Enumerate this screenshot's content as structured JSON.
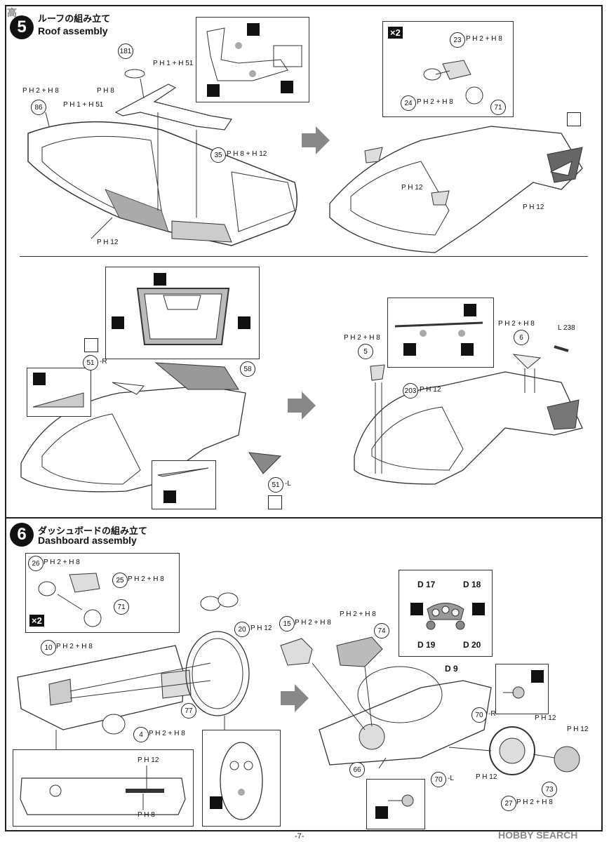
{
  "step5": {
    "number": "5",
    "title_jp": "ルーフの組み立て",
    "title_en": "Roof assembly"
  },
  "step6": {
    "number": "6",
    "title_jp": "ダッシュボードの組み立て",
    "title_en": "Dashboard assembly"
  },
  "section1_labels": [
    {
      "text": "181"
    },
    {
      "text": "P H 2 + H 8"
    },
    {
      "text": "86"
    },
    {
      "text": "P H 8"
    },
    {
      "text": "P H 1 + H 51"
    },
    {
      "text": "P H 1 + H 51"
    },
    {
      "text": "35"
    },
    {
      "text": "P H 8 + H 12"
    },
    {
      "text": "P H 12"
    },
    {
      "text": "23"
    },
    {
      "text": "P H 2 + H 8"
    },
    {
      "text": "24"
    },
    {
      "text": "P H 2 + H 8"
    },
    {
      "text": "71"
    },
    {
      "text": "P H 12"
    },
    {
      "text": "P H 12"
    }
  ],
  "section2_labels": [
    {
      "text": "51"
    },
    {
      "text": "-R"
    },
    {
      "text": "58"
    },
    {
      "text": "51"
    },
    {
      "text": "-L"
    },
    {
      "text": "P H 2 + H 8"
    },
    {
      "text": "5"
    },
    {
      "text": "203"
    },
    {
      "text": "P H 12"
    },
    {
      "text": "P H 2 + H 8"
    },
    {
      "text": "6"
    },
    {
      "text": "L 238"
    }
  ],
  "section3_labels": [
    {
      "text": "26"
    },
    {
      "text": "P H 2 + H 8"
    },
    {
      "text": "25"
    },
    {
      "text": "P H 2 + H 8"
    },
    {
      "text": "71"
    },
    {
      "text": "10"
    },
    {
      "text": "P H 2 + H 8"
    },
    {
      "text": "20"
    },
    {
      "text": "P H 12"
    },
    {
      "text": "77"
    },
    {
      "text": "4"
    },
    {
      "text": "P H 2 + H 8"
    },
    {
      "text": "P H 12"
    },
    {
      "text": "P H 8"
    },
    {
      "text": "15"
    },
    {
      "text": "P H 2 + H 8"
    },
    {
      "text": "P H 2 + H 8"
    },
    {
      "text": "74"
    },
    {
      "text": "D 17"
    },
    {
      "text": "D 18"
    },
    {
      "text": "D 19"
    },
    {
      "text": "D 20"
    },
    {
      "text": "D 9"
    },
    {
      "text": "70"
    },
    {
      "text": "-R"
    },
    {
      "text": "P H 12"
    },
    {
      "text": "P H 12"
    },
    {
      "text": "66"
    },
    {
      "text": "70"
    },
    {
      "text": "-L"
    },
    {
      "text": "P H 12"
    },
    {
      "text": "73"
    },
    {
      "text": "27"
    },
    {
      "text": "P H 2 + H 8"
    }
  ],
  "x2_label": "×2",
  "page_number": "-7-",
  "watermark_tl": "高",
  "watermark_br": "HOBBY SEARCH"
}
